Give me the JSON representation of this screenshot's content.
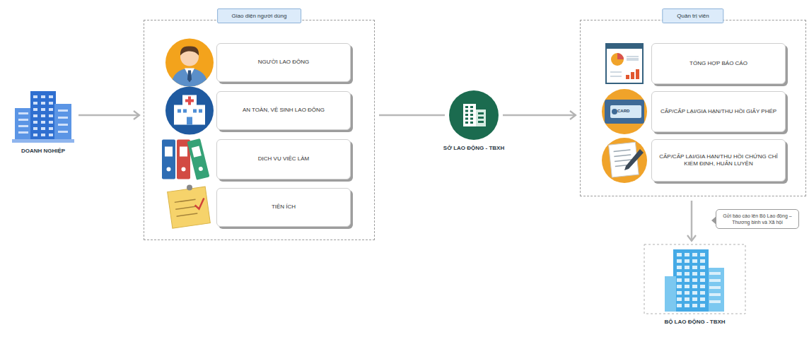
{
  "diagram": {
    "nodes": [
      {
        "text": [
          "DOANH NGHIỆP"
        ]
      },
      {
        "text": [
          "Giao diện người dùng"
        ]
      },
      {
        "text": [
          "NGƯỜI LAO ĐỘNG"
        ],
        "in": 1
      },
      {
        "text": [
          "AN TOÀN, VỆ SINH LAO ĐỘNG"
        ],
        "in": 1
      },
      {
        "text": [
          "DỊCH VỤ VIỆC LÀM"
        ],
        "in": 1
      },
      {
        "text": [
          "TIỆN ÍCH"
        ],
        "in": 1
      },
      {
        "text": [
          "SỞ LAO ĐỘNG - TBXH"
        ]
      },
      {
        "text": [
          "Quản trị viên"
        ]
      },
      {
        "text": [
          "TỔNG HỢP BÁO CÁO"
        ],
        "in": 7
      },
      {
        "text": [
          "CẤP/CẤP LẠI/GIA HẠN/THU HỒI GIẤY PHÉP"
        ],
        "in": 7
      },
      {
        "text": [
          "CẤP/CẤP LẠI/GIA HẠN/THU HỒI CHỨNG CHỈ KIỂM ĐỊNH, HUẤN LUYỆN"
        ],
        "in": 7
      },
      {
        "text": [
          "BỘ LAO ĐỘNG - TBXH"
        ]
      }
    ],
    "edges": [
      {
        "from": 0,
        "to": 1,
        "arrow": "to"
      },
      {
        "from": 1,
        "to": 6,
        "arrow": "none"
      },
      {
        "from": 6,
        "to": 7,
        "arrow": "to"
      },
      {
        "from": 7,
        "to": 11,
        "arrow": "to"
      }
    ],
    "labels": [
      "CARD",
      "Gửi báo cáo lên Bộ Lao động – Thương binh và Xã hội"
    ]
  }
}
